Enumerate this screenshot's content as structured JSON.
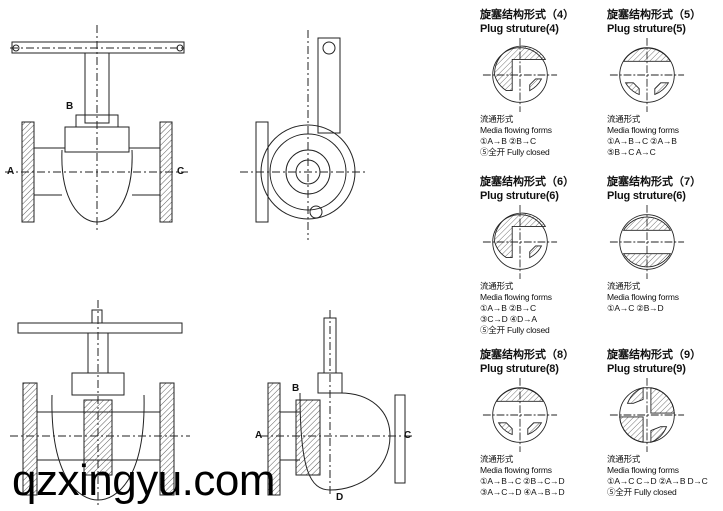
{
  "labels": {
    "a": "A",
    "b": "B",
    "c": "C",
    "d": "D"
  },
  "sections": [
    {
      "cn": "旋塞结构形式（4）",
      "en": "Plug struture(4)",
      "pattern": "L",
      "flow_title_cn": "流通形式",
      "flow_title_en": "Media flowing forms",
      "flows": [
        "①A→B ②B→C",
        "⑤全开 Fully closed"
      ]
    },
    {
      "cn": "旋塞结构形式（5）",
      "en": "Plug struture(5)",
      "pattern": "T",
      "flow_title_cn": "流通形式",
      "flow_title_en": "Media flowing forms",
      "flows": [
        "①A→B→C ②A→B",
        "⑤B→C A→C"
      ]
    },
    {
      "cn": "旋塞结构形式（6）",
      "en": "Plug struture(6)",
      "pattern": "L",
      "flow_title_cn": "流通形式",
      "flow_title_en": "Media flowing forms",
      "flows": [
        "①A→B ②B→C",
        "③C→D ④D→A",
        "⑤全开 Fully closed"
      ]
    },
    {
      "cn": "旋塞结构形式（7）",
      "en": "Plug struture(6)",
      "pattern": "straight",
      "flow_title_cn": "流通形式",
      "flow_title_en": "Media flowing forms",
      "flows": [
        "①A→C ②B→D"
      ]
    },
    {
      "cn": "旋塞结构形式（8）",
      "en": "Plug struture(8)",
      "pattern": "T",
      "flow_title_cn": "流通形式",
      "flow_title_en": "Media flowing forms",
      "flows": [
        "①A→B→C ②B→C→D",
        "③A→C→D ④A→B→D"
      ]
    },
    {
      "cn": "旋塞结构形式（9）",
      "en": "Plug struture(9)",
      "pattern": "X",
      "flow_title_cn": "流通形式",
      "flow_title_en": "Media flowing forms",
      "flows": [
        "①A→C C→D ②A→B D→C",
        "⑤全开 Fully closed"
      ]
    }
  ],
  "watermark": "qzxingyu.com"
}
